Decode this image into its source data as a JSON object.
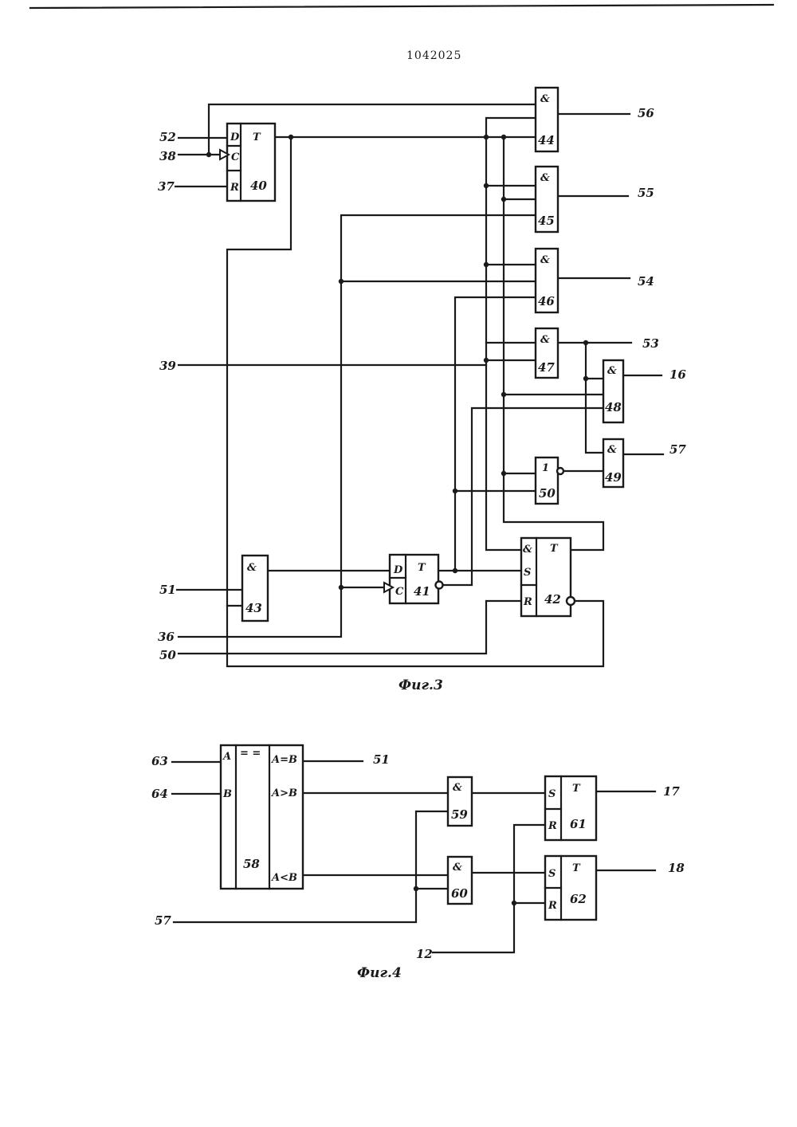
{
  "page": {
    "patent_number": "1042025"
  },
  "fig3": {
    "caption": "Фиг.3",
    "inputs": {
      "i52": "52",
      "i38": "38",
      "i37": "37",
      "i39": "39",
      "i51": "51",
      "i36": "36",
      "i50": "50"
    },
    "outputs": {
      "o56": "56",
      "o55": "55",
      "o54": "54",
      "o53": "53",
      "o16": "16",
      "o57": "57"
    },
    "blocks": {
      "b40": {
        "id": "40",
        "fn": "T",
        "pins": {
          "d": "D",
          "c": "C",
          "r": "R"
        }
      },
      "b41": {
        "id": "41",
        "fn": "T",
        "pins": {
          "d": "D",
          "c": "C"
        }
      },
      "b42": {
        "id": "42",
        "fn": "T",
        "pins": {
          "and": "&",
          "s": "S",
          "r": "R"
        }
      },
      "b43": {
        "id": "43",
        "fn": "&"
      },
      "b44": {
        "id": "44",
        "fn": "&"
      },
      "b45": {
        "id": "45",
        "fn": "&"
      },
      "b46": {
        "id": "46",
        "fn": "&"
      },
      "b47": {
        "id": "47",
        "fn": "&"
      },
      "b48": {
        "id": "48",
        "fn": "&"
      },
      "b49": {
        "id": "49",
        "fn": "&"
      },
      "b50": {
        "id": "50",
        "fn": "1"
      }
    }
  },
  "fig4": {
    "caption": "Фиг.4",
    "inputs": {
      "i63": "63",
      "i64": "64",
      "i57": "57",
      "i12": "12"
    },
    "outputs": {
      "o51": "51",
      "o17": "17",
      "o18": "18"
    },
    "blocks": {
      "b58": {
        "id": "58",
        "fn": "= =",
        "pins": {
          "a": "A",
          "b": "B",
          "eq": "A=B",
          "gt": "A>B",
          "lt": "A<B"
        }
      },
      "b59": {
        "id": "59",
        "fn": "&"
      },
      "b60": {
        "id": "60",
        "fn": "&"
      },
      "b61": {
        "id": "61",
        "fn": "T",
        "pins": {
          "s": "S",
          "r": "R"
        }
      },
      "b62": {
        "id": "62",
        "fn": "T",
        "pins": {
          "s": "S",
          "r": "R"
        }
      }
    }
  }
}
